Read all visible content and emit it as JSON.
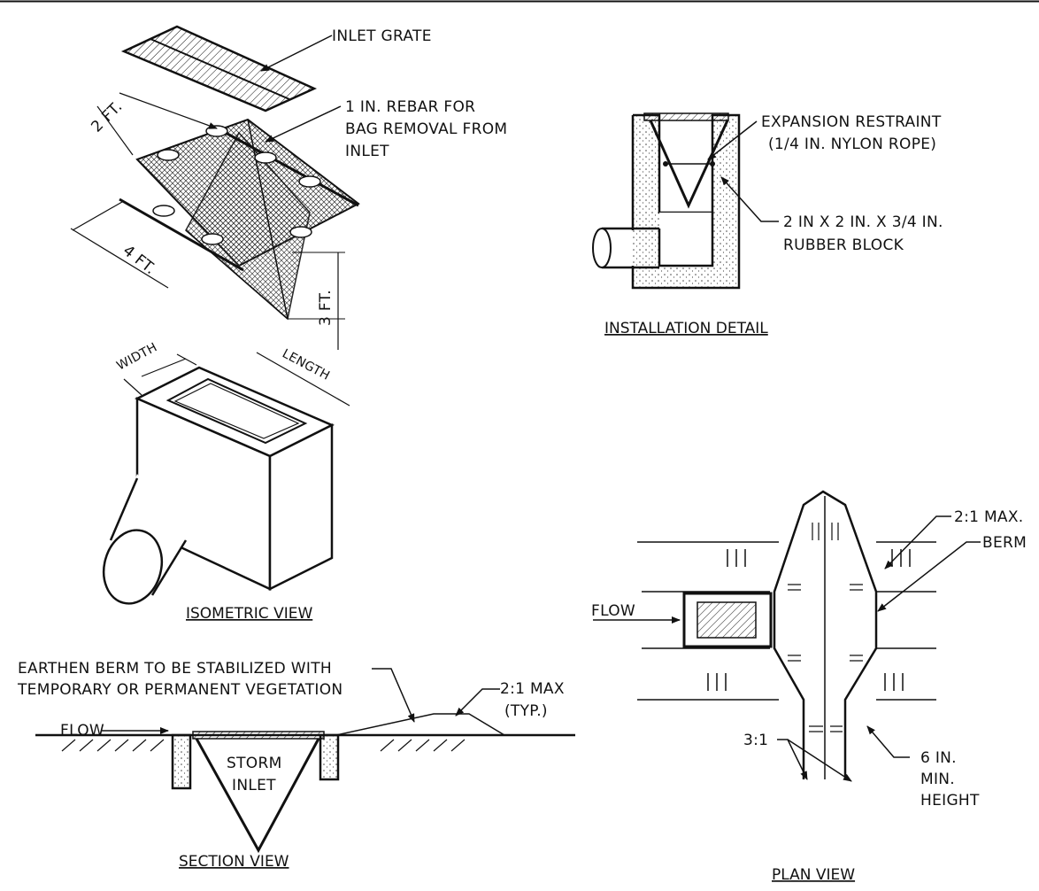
{
  "isometric": {
    "inlet_grate": "INLET GRATE",
    "rebar": [
      "1 IN. REBAR FOR",
      "BAG REMOVAL FROM",
      "INLET"
    ],
    "dim_2ft": "2 FT.",
    "dim_4ft": "4 FT.",
    "dim_3ft": "3 FT.",
    "width": "WIDTH",
    "length": "LENGTH",
    "title": "ISOMETRIC VIEW"
  },
  "installation": {
    "restraint": [
      "EXPANSION RESTRAINT",
      "(1/4 IN. NYLON ROPE)"
    ],
    "block": [
      "2 IN X 2 IN. X 3/4 IN.",
      "RUBBER BLOCK"
    ],
    "title": "INSTALLATION DETAIL"
  },
  "section": {
    "berm_note": [
      "EARTHEN BERM TO BE STABILIZED WITH",
      "TEMPORARY OR PERMANENT VEGETATION"
    ],
    "slope": [
      "2:1 MAX",
      "(TYP.)"
    ],
    "flow": "FLOW",
    "inlet": [
      "STORM",
      "INLET"
    ],
    "title": "SECTION VIEW"
  },
  "plan": {
    "slope_max": "2:1 MAX.",
    "berm": "BERM",
    "flow": "FLOW",
    "slope_31": "3:1",
    "height": [
      "6 IN.",
      "MIN.",
      "HEIGHT"
    ],
    "title": "PLAN VIEW"
  },
  "colors": {
    "ink": "#111111",
    "paper": "#ffffff"
  }
}
